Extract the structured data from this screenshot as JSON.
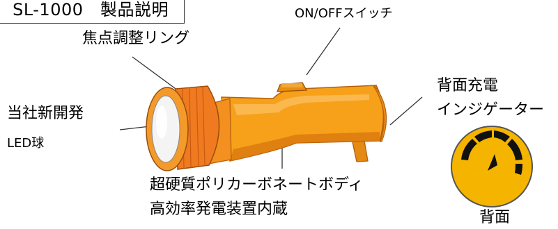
{
  "title": "SL-1000　製品説明",
  "labels": {
    "focus_ring": "焦点調整リング",
    "switch": "ON/OFFスイッチ",
    "bulb_line1": "当社新開発",
    "bulb_line2": "LED球",
    "body_line1": "超硬質ポリカーボネートボディ",
    "body_line2": "高効率発電装置内蔵",
    "indicator_line1": "背面充電",
    "indicator_line2": "インジゲーター",
    "back": "背面"
  },
  "colors": {
    "body": "#f7a11a",
    "body_dark": "#c86a10",
    "ring": "#f07a20",
    "gauge": "#f5b400"
  }
}
